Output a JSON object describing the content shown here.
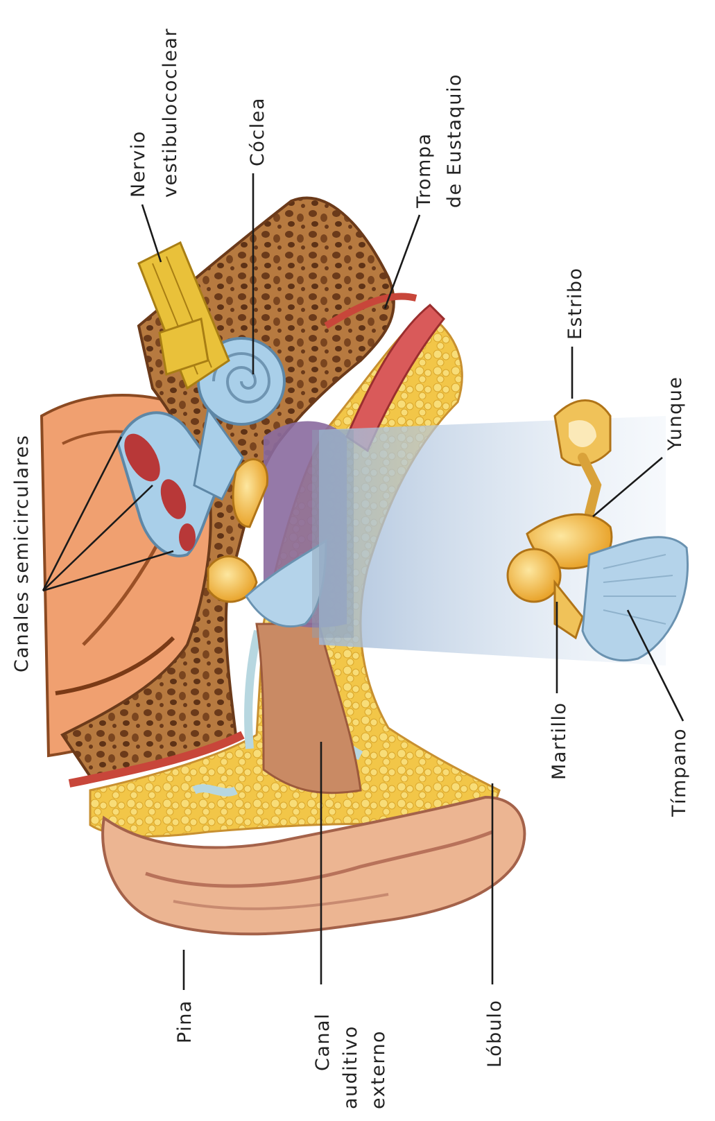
{
  "labels": {
    "canales_semicirculares": "Canales semicirculares",
    "nervio_line1": "Nervio",
    "nervio_line2": "vestibulococlear",
    "coclea": "Cóclea",
    "trompa_line1": "Trompa",
    "trompa_line2": "de Eustaquio",
    "estribo": "Estribo",
    "yunque": "Yunque",
    "martillo": "Martillo",
    "timpano": "Tímpano",
    "pina": "Pina",
    "canal_line1": "Canal",
    "canal_line2": "auditivo",
    "canal_line3": "externo",
    "lobulo": "Lóbulo"
  },
  "colors": {
    "bone": "#b5773e",
    "bone_pores": "#6b3a1a",
    "fat": "#f4cf55",
    "skin": "#e7b08f",
    "cochlea": "#a9cfe9",
    "nerve": "#e9c13a",
    "middle_ear": "#8a6a9f",
    "ossicles": "#f0b53c",
    "tympanum": "#b4d3ea",
    "brain": "#f0a070"
  }
}
